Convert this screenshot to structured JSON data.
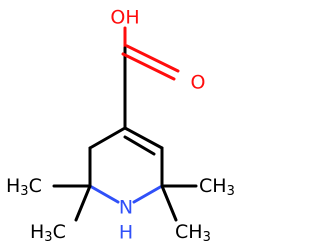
{
  "molecule": {
    "atoms": {
      "hydroxyl": "OH",
      "carbonyl_oxygen": "O",
      "ring_nitrogen": "N",
      "ring_nh_hydrogen": "H",
      "methyl_top_left": {
        "main": "H",
        "subscript": "3",
        "tail": "C"
      },
      "methyl_bottom_left": {
        "main": "H",
        "subscript": "3",
        "tail": "C"
      },
      "methyl_top_right": {
        "main": "CH",
        "subscript": "3"
      },
      "methyl_bottom_right": {
        "main": "CH",
        "subscript": "3"
      }
    },
    "colors": {
      "carbon": "#000000",
      "oxygen": "#ff0d0d",
      "nitrogen": "#3050f8"
    }
  }
}
